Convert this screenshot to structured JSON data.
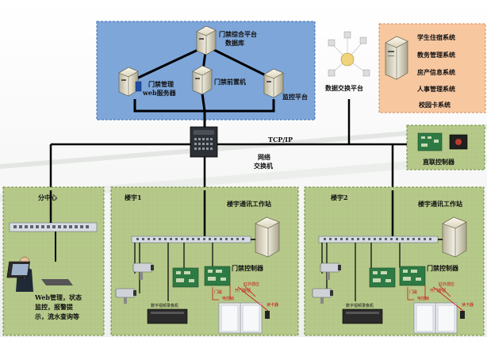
{
  "platform": {
    "db_server": "门禁综合平台",
    "db_server_sub": "数据库",
    "web_server": "门禁管理",
    "web_server_sub": "web服务器",
    "pre_server": "门禁前置机",
    "monitor": "监控平台"
  },
  "exchange": {
    "label": "数据交换平台"
  },
  "external_systems": [
    "学生住宿系统",
    "教务管理系统",
    "房产信息系统",
    "人事管理系统",
    "校园卡系统"
  ],
  "network": {
    "protocol": "TCP/IP",
    "switch_label_1": "网络",
    "switch_label_2": "交换机",
    "direct_controller": "直联控制器"
  },
  "subcenter": {
    "title": "分中心",
    "desc_lines": [
      "Web管理，状态",
      "监控，报警提",
      "示，流水查询等"
    ]
  },
  "buildings": [
    {
      "title": "楼宇1",
      "workstation": "楼宇通讯工作站",
      "controller": "门禁控制器",
      "recorder": "数字视频录像机",
      "red_labels": [
        "红外感应",
        "门磁",
        "开门按钮",
        "读卡器",
        "电控锁"
      ]
    },
    {
      "title": "楼宇2",
      "workstation": "楼宇通讯工作站",
      "controller": "门禁控制器",
      "recorder": "数字视频录像机",
      "red_labels": [
        "红外感应",
        "门磁",
        "开门按钮",
        "读卡器",
        "电控锁"
      ]
    }
  ],
  "colors": {
    "platform_bg": "#7ba2d6",
    "systems_bg": "#f8c9a0",
    "zone_bg": "#b6c98a",
    "zone_border": "#6e8a3c"
  }
}
